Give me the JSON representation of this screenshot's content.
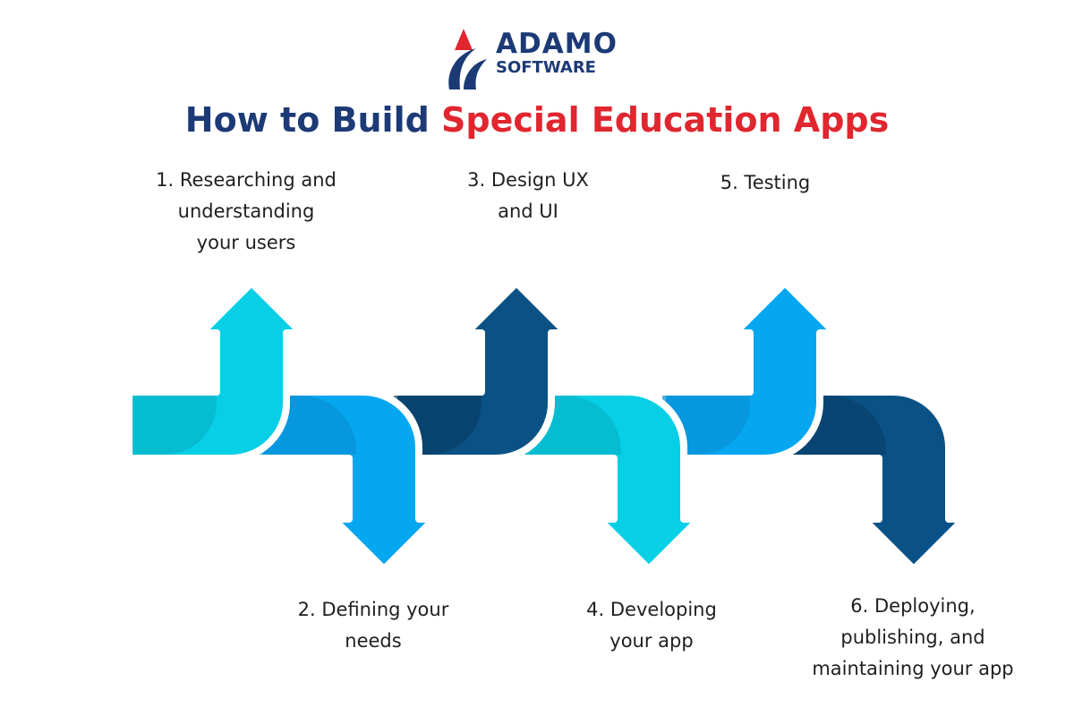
{
  "logo": {
    "line1": "ADAMO",
    "line2": "SOFTWARE"
  },
  "title": {
    "part1": "How to Build ",
    "part2": "Special Education Apps"
  },
  "steps": [
    {
      "label": "1. Researching and\nunderstanding\nyour users",
      "direction": "up",
      "color": "#06cfe6"
    },
    {
      "label": "2. Defining your\nneeds",
      "direction": "down",
      "color": "#04a7f0"
    },
    {
      "label": "3. Design UX\nand UI",
      "direction": "up",
      "color": "#0a5285"
    },
    {
      "label": "4. Developing\nyour app",
      "direction": "down",
      "color": "#06cfe6"
    },
    {
      "label": "5. Testing",
      "direction": "up",
      "color": "#04a7f0"
    },
    {
      "label": "6. Deploying,\npublishing, and\nmaintaining your app",
      "direction": "down",
      "color": "#0a5285"
    }
  ],
  "colors": {
    "navy": "#1c3a75",
    "red": "#e0262e"
  }
}
